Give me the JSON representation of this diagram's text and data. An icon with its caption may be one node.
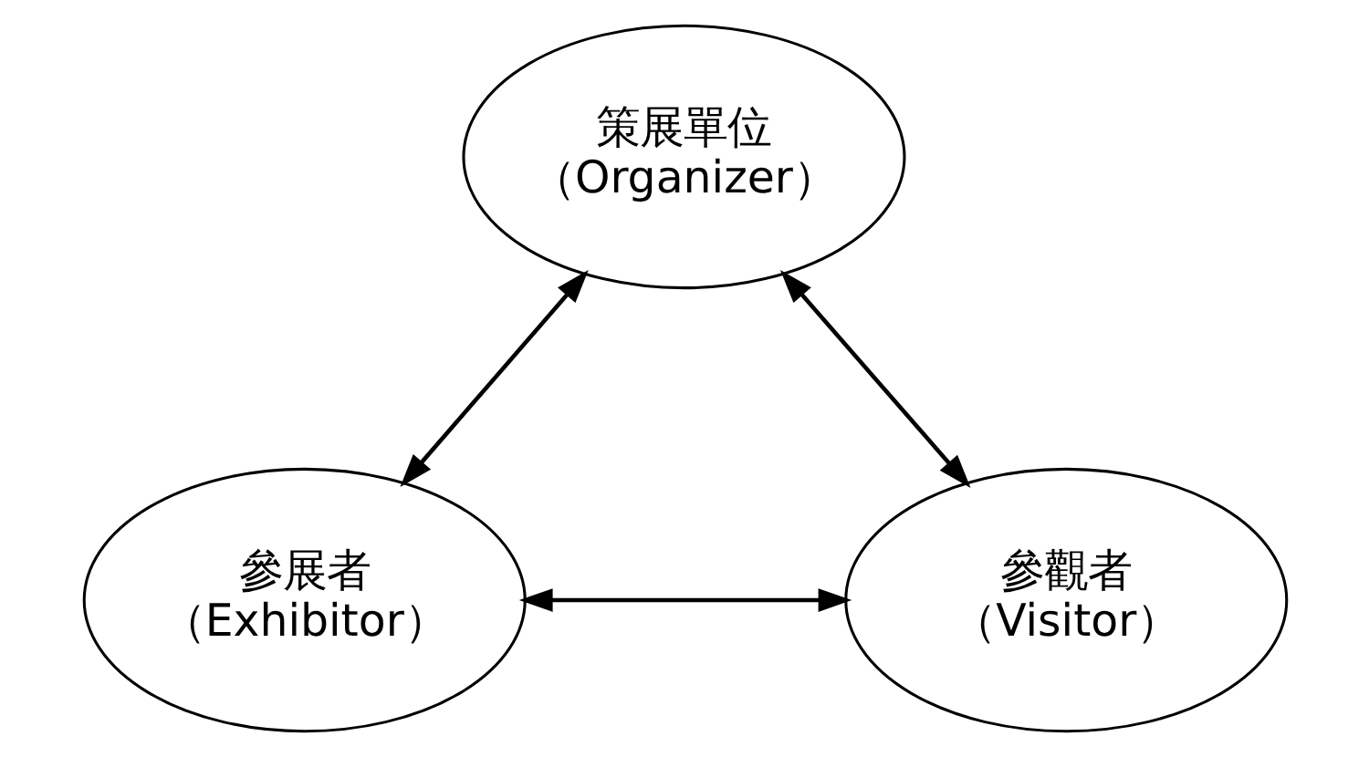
{
  "diagram": {
    "nodes": [
      {
        "text": [
          "策展單位",
          "（Organizer）"
        ]
      },
      {
        "text": [
          "參展者",
          "（Exhibitor）"
        ]
      },
      {
        "text": [
          "參觀者",
          "（Visitor）"
        ]
      }
    ],
    "edges": [
      {
        "from": 0,
        "to": 1,
        "arrow": "both"
      },
      {
        "from": 0,
        "to": 2,
        "arrow": "both"
      },
      {
        "from": 1,
        "to": 2,
        "arrow": "both"
      }
    ]
  }
}
